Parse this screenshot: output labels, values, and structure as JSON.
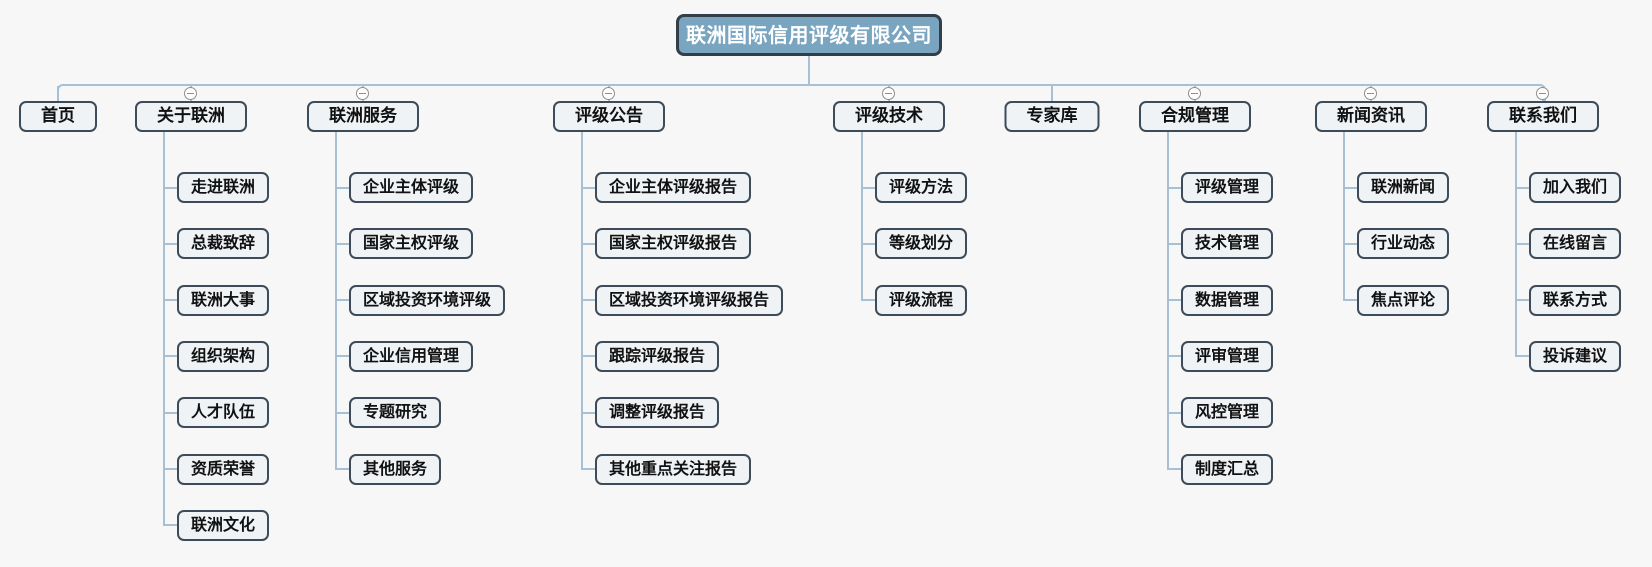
{
  "root": {
    "label": "联洲国际信用评级有限公司"
  },
  "colors": {
    "background": "#f7f7f7",
    "connector_line": "#a8c0d4",
    "node_border": "#3e4b58",
    "node_fill": "#eff3f6",
    "root_fill": "#7aa5c1",
    "root_border": "#323f4b",
    "root_text": "#ffffff",
    "node_text": "#111111",
    "toggle_gray": "#8f8f8f"
  },
  "icons": {
    "collapse_toggle": "minus-icon"
  },
  "sections": [
    {
      "label": "首页",
      "children": []
    },
    {
      "label": "关于联洲",
      "children": [
        {
          "label": "走进联洲"
        },
        {
          "label": "总裁致辞"
        },
        {
          "label": "联洲大事"
        },
        {
          "label": "组织架构"
        },
        {
          "label": "人才队伍"
        },
        {
          "label": "资质荣誉"
        },
        {
          "label": "联洲文化"
        }
      ]
    },
    {
      "label": "联洲服务",
      "children": [
        {
          "label": "企业主体评级"
        },
        {
          "label": "国家主权评级"
        },
        {
          "label": "区域投资环境评级"
        },
        {
          "label": "企业信用管理"
        },
        {
          "label": "专题研究"
        },
        {
          "label": "其他服务"
        }
      ]
    },
    {
      "label": "评级公告",
      "children": [
        {
          "label": "企业主体评级报告"
        },
        {
          "label": "国家主权评级报告"
        },
        {
          "label": "区域投资环境评级报告"
        },
        {
          "label": "跟踪评级报告"
        },
        {
          "label": "调整评级报告"
        },
        {
          "label": "其他重点关注报告"
        }
      ]
    },
    {
      "label": "评级技术",
      "children": [
        {
          "label": "评级方法"
        },
        {
          "label": "等级划分"
        },
        {
          "label": "评级流程"
        }
      ]
    },
    {
      "label": "专家库",
      "children": []
    },
    {
      "label": "合规管理",
      "children": [
        {
          "label": "评级管理"
        },
        {
          "label": "技术管理"
        },
        {
          "label": "数据管理"
        },
        {
          "label": "评审管理"
        },
        {
          "label": "风控管理"
        },
        {
          "label": "制度汇总"
        }
      ]
    },
    {
      "label": "新闻资讯",
      "children": [
        {
          "label": "联洲新闻"
        },
        {
          "label": "行业动态"
        },
        {
          "label": "焦点评论"
        }
      ]
    },
    {
      "label": "联系我们",
      "children": [
        {
          "label": "加入我们"
        },
        {
          "label": "在线留言"
        },
        {
          "label": "联系方式"
        },
        {
          "label": "投诉建议"
        }
      ]
    }
  ]
}
